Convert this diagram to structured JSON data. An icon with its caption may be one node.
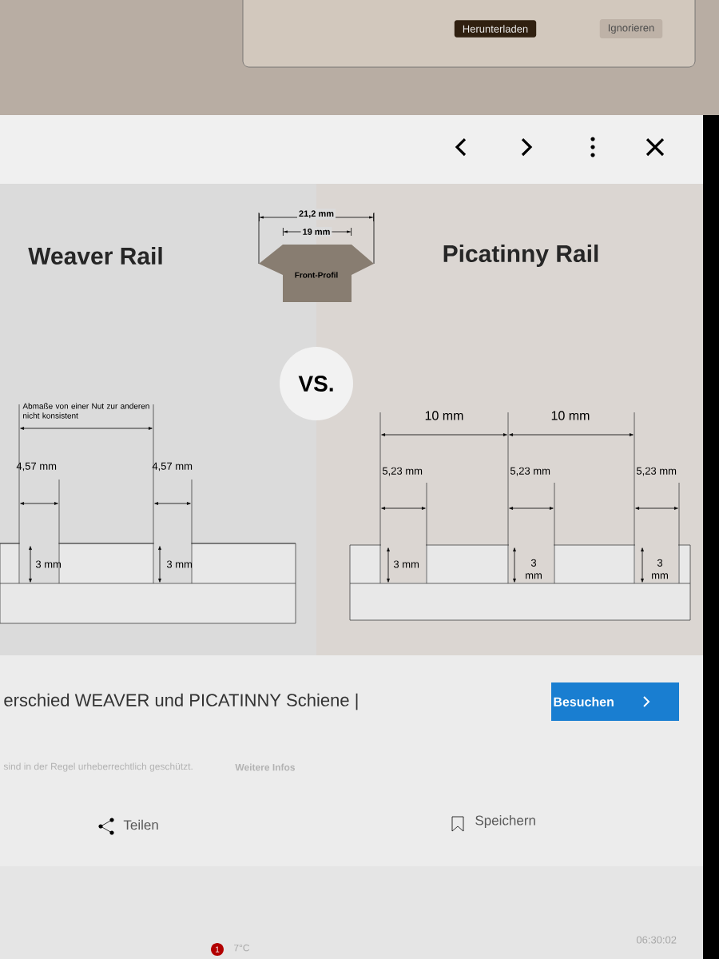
{
  "diagram": {
    "nodes": [
      {
        "text": [
          "Front-Profil"
        ]
      },
      {
        "text": [
          "VS."
        ]
      }
    ],
    "labels": [
      "Herunterladen",
      "Ignorieren",
      "Weaver Rail",
      "21,2 mm",
      "19 mm",
      "Picatinny Rail",
      "Abmaße von einer Nut zur anderen nicht konsistent",
      "4,57 mm",
      "4,57 mm",
      "10 mm",
      "10 mm",
      "5,23 mm",
      "5,23 mm",
      "5,23 mm",
      "3 mm",
      "3 mm",
      "3 mm",
      "3 mm",
      "3 mm",
      "erschied WEAVER und PICATINNY Schiene |",
      "Besuchen",
      "sind in der Regel urheberrechtlich geschützt.",
      "Weitere Infos",
      "Teilen",
      "Speichern",
      "1",
      "7°C",
      "06:30:02"
    ]
  }
}
